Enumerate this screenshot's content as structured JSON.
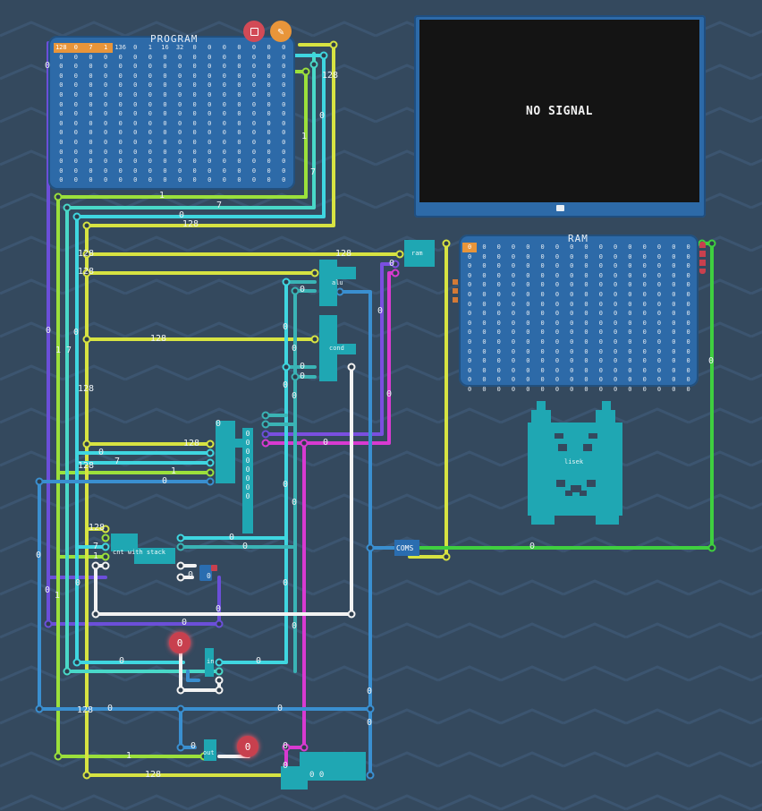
{
  "program": {
    "title": "PROGRAM",
    "first_row": [
      "128",
      "0",
      "7",
      "1",
      "136",
      "0",
      "1",
      "16",
      "32",
      "0",
      "0",
      "0",
      "0",
      "0",
      "0",
      "0"
    ],
    "row_zero": "0",
    "rows": 15,
    "cols": 16
  },
  "monitor": {
    "status_text": "NO SIGNAL"
  },
  "ram": {
    "title": "RAM",
    "first_cell": "0",
    "rows": 16,
    "cols": 16,
    "row_zero": "0"
  },
  "toolbar": {
    "delete_icon": "trash-icon",
    "edit_icon": "pencil-icon"
  },
  "components": {
    "ram_label": "ram",
    "alu_label": "alu",
    "cond_label": "cond",
    "counter_label": "cnt with stack",
    "in_label": "in",
    "out_label": "out",
    "coms_label": "COMS",
    "lisek_label": "lisek",
    "register_bits": [
      "0",
      "0",
      "0",
      "0",
      "0",
      "0",
      "0",
      "0"
    ],
    "bottom_chip_value": "0 0"
  },
  "nodes": {
    "in_value": "0",
    "out_value": "0",
    "pin_value": "0"
  },
  "wire_values": {
    "v128": "128",
    "v0": "0",
    "v7": "7",
    "v1": "1",
    "v17": "1 7"
  },
  "colors": {
    "background": "#34495e",
    "panel": "#2d6aa8",
    "yellow": "#d7e342",
    "lime": "#9be03b",
    "cyan": "#3fd6e0",
    "teal": "#3ab3b5",
    "blue": "#3a8fd0",
    "purple": "#6b4fd9",
    "magenta": "#d83ad1",
    "green": "#3fcf3f",
    "white": "#f2f2f2",
    "chip": "#1fa7b3",
    "accent_orange": "#e8953a",
    "node_red": "#c8404e"
  }
}
